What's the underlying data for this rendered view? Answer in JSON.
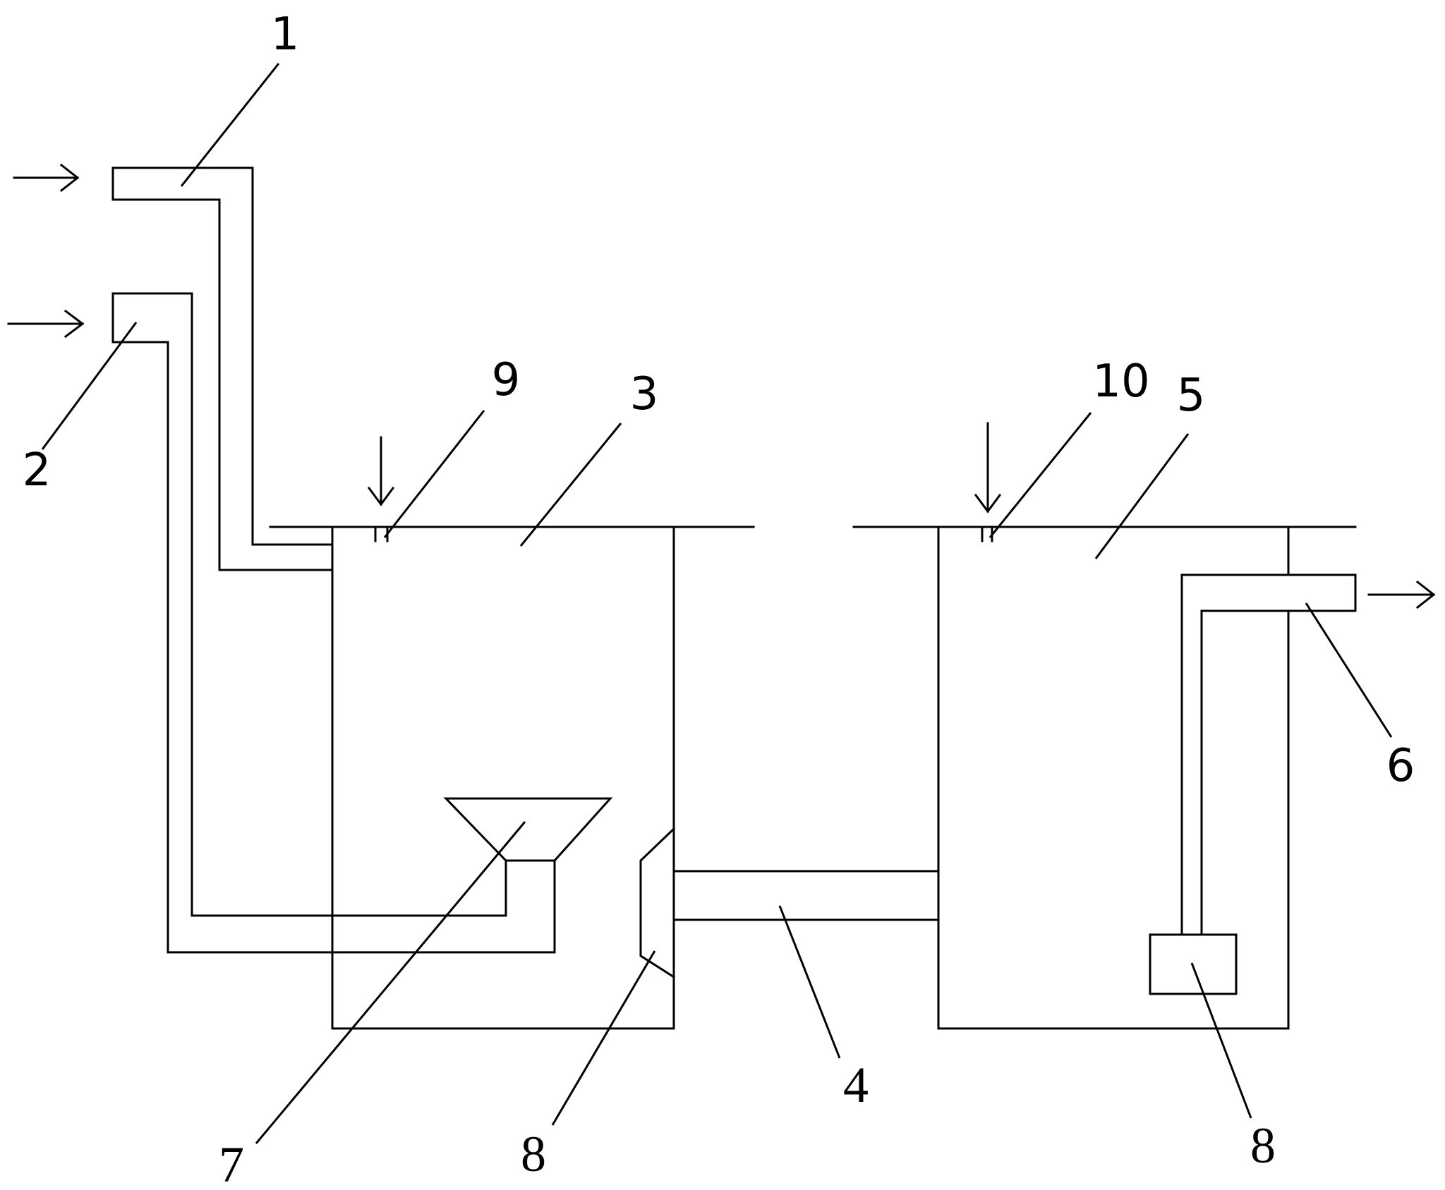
{
  "diagram": {
    "labels": {
      "l1": "1",
      "l2": "2",
      "l3": "3",
      "l4": "4",
      "l5": "5",
      "l6": "6",
      "l7": "7",
      "l8a": "8",
      "l8b": "8",
      "l9": "9",
      "l10": "10"
    },
    "colors": {
      "stroke": "#000000",
      "background": "#ffffff"
    },
    "icons": {
      "inlet_arrows": "arrow-right-icon",
      "top_arrows": "arrow-down-icon",
      "outlet_arrow": "arrow-right-icon"
    }
  }
}
